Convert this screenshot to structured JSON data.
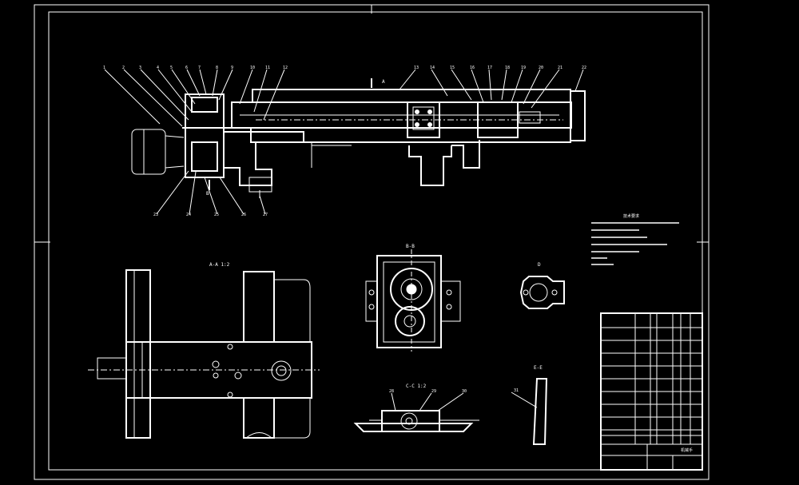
{
  "view_labels": {
    "section_aa": "A-A 1:2",
    "section_bb": "B-B",
    "section_cc": "C-C 1:2",
    "detail_d": "D",
    "section_ee": "E-E"
  },
  "part_numbers_top": [
    "1",
    "2",
    "3",
    "4",
    "5",
    "6",
    "7",
    "8",
    "9",
    "10",
    "11",
    "12",
    "13",
    "14",
    "15",
    "16",
    "17",
    "18",
    "19",
    "20",
    "21",
    "22"
  ],
  "part_numbers_bottom": [
    "23",
    "24",
    "25",
    "26",
    "27"
  ],
  "part_numbers_cc": [
    "28",
    "29",
    "30"
  ],
  "part_number_ee": "31",
  "section_marker_a": "A",
  "section_marker_b": "B",
  "notes_title": "技术要求",
  "title_block_main": "机械手"
}
